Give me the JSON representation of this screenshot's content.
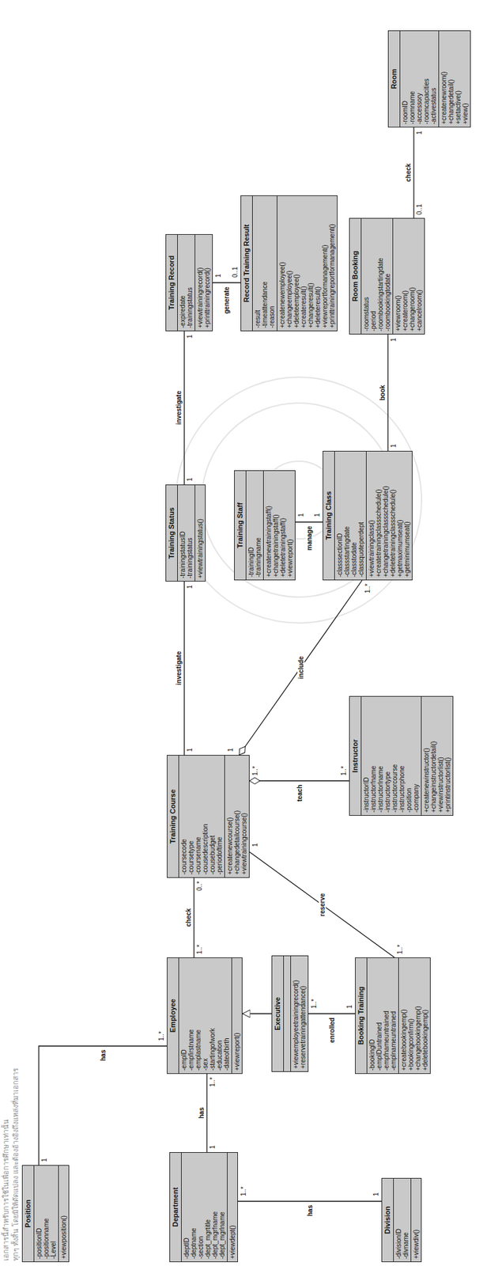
{
  "diagram": {
    "nodes": [
      {
        "text": [
          "Position",
          "-positionID -positionname -Level",
          "+viewposition()"
        ]
      },
      {
        "text": [
          "Department",
          "-deptID -deptname -section -dept_mgrtitle -dept_mgrfname -dept_mgrlname",
          "+viewdept()"
        ]
      },
      {
        "text": [
          "Division",
          "-divisionID -divname",
          "+viewdiv()"
        ]
      },
      {
        "text": [
          "Employee",
          "-empID -empfirstname -emplastname -sex -startingofwork -education -dateofbirth",
          "+viewreport()"
        ]
      },
      {
        "text": [
          "Executive",
          "+viewemployeetrainingrecord() +reservetrainingattendance()"
        ]
      },
      {
        "text": [
          "Booking Training",
          "-bookingID -empIDuntrained -empfnameuntrained -emplnameuntrained",
          "+createbookingemp() +bookingconfirm() +changebookingemp() +deletebookingemp()"
        ]
      },
      {
        "text": [
          "Training Course",
          "-coursecode -coursetype -coursename -cousedescription -cousebudget -periodoftime",
          "+createnewcourse() +changedetailcourse() +viewtrainingcourse()"
        ]
      },
      {
        "text": [
          "Instructor",
          "-instructorID -instructorfname -instructorlname -instructortype -instructorcourse -instructorphone -position -company",
          "+createnewinstructor() +changeinstructordetail() +viewinstructorlist() +printinstructorlist()"
        ]
      },
      {
        "text": [
          "Training Status",
          "-trainingstatusID -trainingstatus",
          "+viewtrainingstatus()"
        ]
      },
      {
        "text": [
          "Training Staff",
          "-trainingID -trainingname",
          "+createnewtrainingstaff() +changetrainingstaff() +deletetrainingstaff() +viewreport()"
        ]
      },
      {
        "text": [
          "Training Class",
          "-classsectionID -classstartingdate -classtodate -classquoteperdept",
          "+viewtrainingclass() +createtrainingclassschedule() +changetrainingclassschedule() +deletetrainingclassschedule() +getmaximumseat() +getminimumseat()"
        ]
      },
      {
        "text": [
          "Training Record",
          "-expiredate -trainingstatus",
          "+viewtrainingrecord() +printtrainingrecord()"
        ]
      },
      {
        "text": [
          "Record Training Result",
          "-result -timeattendance -reason",
          "+createnewemployee() +changeemployee() +deleteemployee() +createresult() +changeresult() +deleteresult() +viewreportformanagement() +printtrainingreportformanagement()"
        ]
      },
      {
        "text": [
          "Room Booking",
          "-roomstatus -period -roombookingstartingdate -roombookingtodate",
          "+viewroom() +createroom() +changeroom() +cancelroom()"
        ]
      },
      {
        "text": [
          "Room",
          "-roomID -roomname -accessory -roomcapacities -activestatus",
          "+createnewroom() +changedetail() +setactive() +view()"
        ]
      }
    ],
    "edges": [
      {
        "from": 0,
        "to": 3,
        "label": "has",
        "arrow": "none"
      },
      {
        "from": 1,
        "to": 3,
        "label": "has",
        "arrow": "none"
      },
      {
        "from": 1,
        "to": 2,
        "label": "has",
        "arrow": "none"
      },
      {
        "from": 3,
        "to": 6,
        "label": "check",
        "arrow": "none"
      },
      {
        "from": 4,
        "to": 3,
        "arrow": "to"
      },
      {
        "from": 4,
        "to": 5,
        "label": "enrolled",
        "arrow": "none"
      },
      {
        "from": 5,
        "to": 6,
        "label": "reserve",
        "arrow": "none"
      },
      {
        "from": 7,
        "to": 6,
        "label": "teach",
        "arrow": "to"
      },
      {
        "from": 10,
        "to": 6,
        "label": "include",
        "arrow": "to"
      },
      {
        "from": 6,
        "to": 8,
        "label": "investigate",
        "arrow": "none"
      },
      {
        "from": 8,
        "to": 11,
        "label": "investigate",
        "arrow": "none"
      },
      {
        "from": 11,
        "to": 12,
        "label": "generate",
        "arrow": "none"
      },
      {
        "from": 9,
        "to": 10,
        "label": "manage",
        "arrow": "none"
      },
      {
        "from": 10,
        "to": 13,
        "label": "book",
        "arrow": "none"
      },
      {
        "from": 13,
        "to": 14,
        "label": "check",
        "arrow": "none"
      }
    ],
    "labels": [
      "1",
      "1..*",
      "1",
      "1..*",
      "1..*",
      "1",
      "1..*",
      "0..*",
      "1..*",
      "1",
      "1..*",
      "1",
      "1..*",
      "1..*",
      "1..*",
      "1",
      "1",
      "1",
      "1",
      "1",
      "1",
      "0..1",
      "1",
      "1",
      "1",
      "1",
      "0..1",
      "1",
      "เอกสารนี้สำหรับการใช้ในเพื่อการศึกษาเท่านั้น",
      "ทุกๆ ทั้งสิ้น โดยมิให้ดัดแปลง และต้องอ้างอิงถึงแหล่งที่มาเอกสาร"
    ]
  }
}
